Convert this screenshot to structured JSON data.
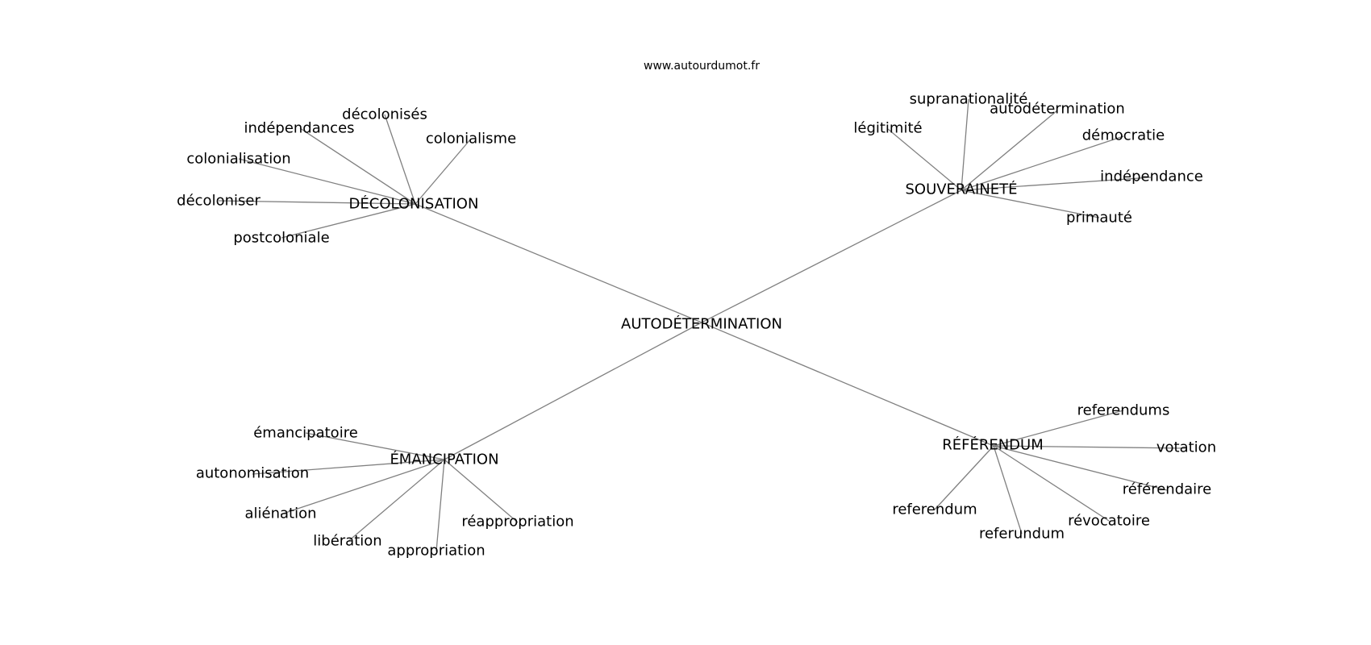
{
  "site": "www.autourdumot.fr",
  "center": "AUTODÉTERMINATION",
  "clusters": [
    {
      "hub": "DÉCOLONISATION",
      "leaves": [
        "indépendances",
        "décolonisés",
        "colonialisme",
        "colonialisation",
        "décoloniser",
        "postcoloniale"
      ]
    },
    {
      "hub": "SOUVERAINETÉ",
      "leaves": [
        "supranationalité",
        "autodétermination",
        "légitimité",
        "démocratie",
        "indépendance",
        "primauté"
      ]
    },
    {
      "hub": "ÉMANCIPATION",
      "leaves": [
        "émancipatoire",
        "autonomisation",
        "aliénation",
        "libération",
        "appropriation",
        "réappropriation"
      ]
    },
    {
      "hub": "RÉFÉRENDUM",
      "leaves": [
        "referendums",
        "votation",
        "référendaire",
        "révocatoire",
        "referundum",
        "referendum"
      ]
    }
  ]
}
